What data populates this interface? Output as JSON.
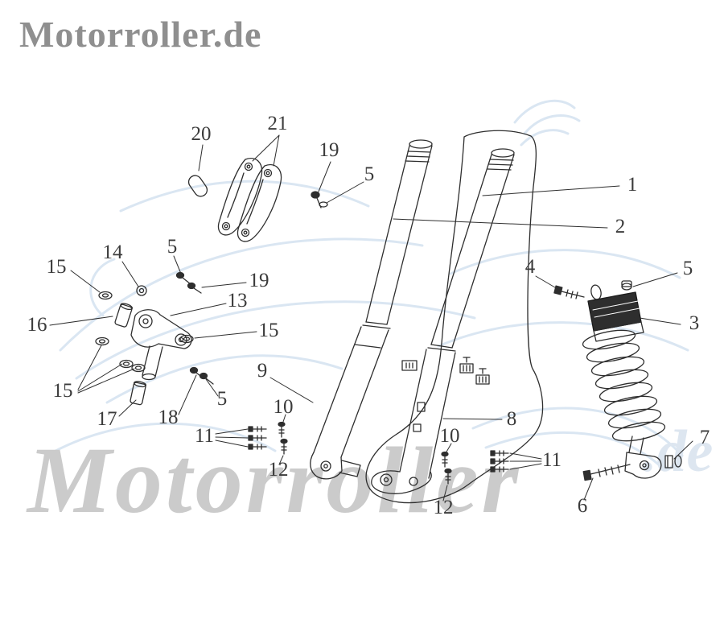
{
  "watermarks": {
    "header": "Motorroller.de",
    "big": "Motorroller",
    "suffix": ".de"
  },
  "colors": {
    "line": "#2e2e2e",
    "watermark_blue": "#bcd2e8",
    "watermark_gray": "#cbcbcb",
    "header_gray": "#8f8f8f"
  },
  "diagram": {
    "labels": [
      "20",
      "21",
      "19",
      "5",
      "1",
      "2",
      "15",
      "14",
      "5",
      "19",
      "4",
      "5",
      "13",
      "16",
      "3",
      "15",
      "9",
      "15",
      "5",
      "17",
      "18",
      "10",
      "11",
      "8",
      "10",
      "12",
      "11",
      "7",
      "12",
      "6"
    ]
  }
}
